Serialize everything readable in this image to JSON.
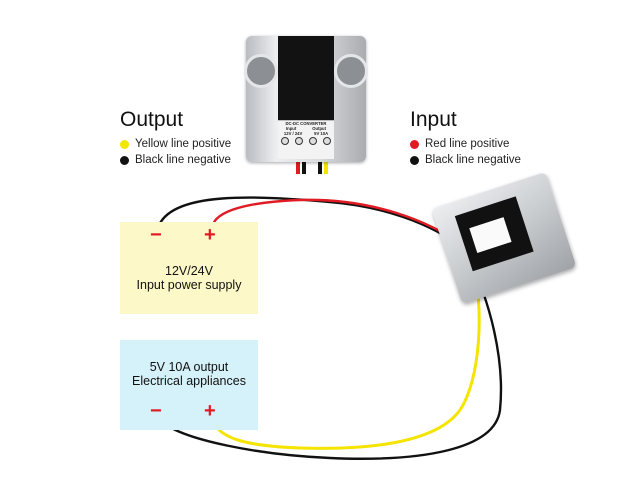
{
  "converter": {
    "title": "DC-DC CONVERTER",
    "input_label": "Input",
    "input_value": "12V / 24V",
    "output_label": "Output",
    "output_value": "5V 10A"
  },
  "output_legend": {
    "heading": "Output",
    "items": [
      {
        "text": "Yellow line positive",
        "color": "#f3e600"
      },
      {
        "text": "Black line negative",
        "color": "#111111"
      }
    ]
  },
  "input_legend": {
    "heading": "Input",
    "items": [
      {
        "text": "Red line positive",
        "color": "#e01b24"
      },
      {
        "text": "Black line negative",
        "color": "#111111"
      }
    ]
  },
  "supply_box": {
    "line1": "12V/24V",
    "line2": "Input power supply",
    "minus": "−",
    "plus": "+",
    "color": "#fdf8c8"
  },
  "output_box": {
    "line1": "5V 10A output",
    "line2": "Electrical appliances",
    "minus": "−",
    "plus": "+",
    "color": "#d5f2fa"
  },
  "colors": {
    "red_wire": "#e01b24",
    "yellow_wire": "#f5e400",
    "black_wire": "#111111"
  }
}
